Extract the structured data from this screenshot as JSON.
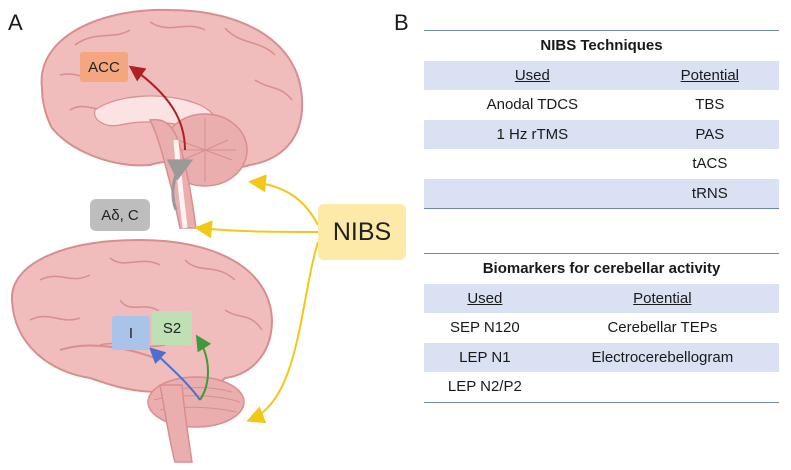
{
  "panels": {
    "a": "A",
    "b": "B"
  },
  "left": {
    "acc": "ACC",
    "fibers": "Aδ, C",
    "nibs": "NIBS",
    "insula": "I",
    "s2": "S2"
  },
  "nibs_table": {
    "title": "NIBS Techniques",
    "col_used": "Used",
    "col_potential": "Potential",
    "rows": [
      {
        "used": "Anodal TDCS",
        "potential": "TBS"
      },
      {
        "used": "1 Hz rTMS",
        "potential": "PAS"
      },
      {
        "used": "",
        "potential": "tACS"
      },
      {
        "used": "",
        "potential": "tRNS"
      }
    ]
  },
  "bio_table": {
    "title": "Biomarkers for cerebellar activity",
    "col_used": "Used",
    "col_potential": "Potential",
    "rows": [
      {
        "used": "SEP N120",
        "potential": "Cerebellar TEPs"
      },
      {
        "used": "LEP N1",
        "potential": "Electrocerebellogram"
      },
      {
        "used": "LEP N2/P2",
        "potential": ""
      }
    ]
  },
  "colors": {
    "brain": "#f1bcbc",
    "brain_dark": "#d88e8e",
    "acc_box": "#f4a77f",
    "fiber_box": "#bdbdbd",
    "nibs_box": "#fde9a8",
    "i_box": "#a9c4e8",
    "s2_box": "#bfe0b5",
    "arrow_red": "#b01f24",
    "arrow_yellow": "#f3c718",
    "arrow_blue": "#4a6fd1",
    "arrow_green": "#3f9a3a",
    "table_shade": "#d9e1f2"
  }
}
